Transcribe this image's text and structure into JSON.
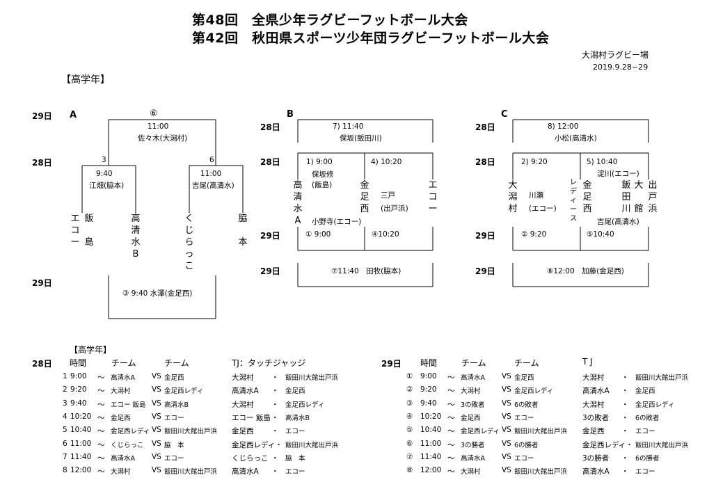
{
  "header": {
    "title1": "第48回　全県少年ラグビーフットボール大会",
    "title2": "第42回　秋田県スポーツ少年団ラグビーフットボール大会",
    "venue": "大潟村ラグビー場",
    "dates": "2019.9.28−29",
    "section": "【高学年】"
  },
  "bracketA": {
    "label": "A",
    "day29": "29日",
    "day28": "28日",
    "day29b": "29日",
    "final_no": "⑥",
    "final_time": "11:00",
    "final_ref": "佐々木(大潟村)",
    "left_no": "3",
    "left_time": "9:40",
    "left_ref": "江畑(脇本)",
    "right_no": "6",
    "right_time": "11:00",
    "right_ref": "吉尾(高清水)",
    "teams": [
      [
        "エ",
        "コ",
        "ー"
      ],
      [
        "飯",
        "",
        "島"
      ],
      [
        "高",
        "清",
        "水",
        "B"
      ],
      [
        "く",
        "じ",
        "ら",
        "っ",
        "こ"
      ],
      [
        "脇",
        "",
        "本"
      ]
    ],
    "consolation": "③ 9:40 水澤(金足西)"
  },
  "bracketB": {
    "label": "B",
    "day28a": "28日",
    "day28b": "28日",
    "day29a": "29日",
    "day29b": "29日",
    "top_match": "7) 11:40",
    "top_ref": "保坂(飯田川)",
    "m1": "1)  9:00",
    "m1_ref1": "保坂修",
    "m1_ref2": "(飯島)",
    "m4": "4) 10:20",
    "m4_ref1": "三戸",
    "m4_ref2": "(出戸浜)",
    "team_left": [
      "高",
      "清",
      "水",
      "A"
    ],
    "team_mid": [
      "金",
      "足",
      "西"
    ],
    "team_right": [
      "エ",
      "コ",
      "ー"
    ],
    "ref_bottom": "小野寺(エコー)",
    "c1": "① 9:00",
    "c4": "④10:20",
    "c7": "⑦11:40　田牧(脇本)"
  },
  "bracketC": {
    "label": "C",
    "day28a": "28日",
    "day28b": "28日",
    "day29a": "29日",
    "day29b": "29日",
    "top_match": "8) 12:00",
    "top_ref": "小松(高清水)",
    "m2": "2)  9:20",
    "m2_ref1": "川瀬",
    "m2_ref2": "(エコー)",
    "m5": "5) 10:40",
    "m5_ref": "淀川(エコー)",
    "team_a": [
      "大",
      "潟",
      "村"
    ],
    "team_b": [
      "レ",
      "デ",
      "ィ",
      "ー",
      "ス"
    ],
    "team_c": [
      "金",
      "足",
      "西"
    ],
    "team_d": [
      "飯",
      "田",
      "川"
    ],
    "team_e": [
      "大",
      "",
      "館"
    ],
    "team_f": [
      "出",
      "戸",
      "浜"
    ],
    "ref_bottom": "吉尾(高清水)",
    "c2": "② 9:20",
    "c5": "⑤10:40",
    "c8": "⑧12:00　加藤(金足西)"
  },
  "schedule": {
    "section": "【高学年】",
    "day28": {
      "day": "28日",
      "headers": [
        "時間",
        "チーム",
        "チーム",
        "TJ：タッチジャッジ"
      ],
      "rows": [
        {
          "no": "1",
          "time": "9:00",
          "sep": "〜",
          "t1": "高清水A",
          "vs": "VS",
          "t2": "金足西",
          "j1": "大潟村",
          "dot": "・",
          "j2": "飯田川大館出戸浜"
        },
        {
          "no": "2",
          "time": "9:20",
          "sep": "〜",
          "t1": "大潟村",
          "vs": "VS",
          "t2": "金足西レディ",
          "j1": "高清水A",
          "dot": "・",
          "j2": "金足西"
        },
        {
          "no": "3",
          "time": "9:40",
          "sep": "〜",
          "t1": "エコー 飯島",
          "vs": "VS",
          "t2": "高清水B",
          "j1": "大潟村",
          "dot": "・",
          "j2": "金足西レディ"
        },
        {
          "no": "4",
          "time": "10:20",
          "sep": "〜",
          "t1": "金足西",
          "vs": "VS",
          "t2": "エコー",
          "j1": "エコー 飯島",
          "dot": "・",
          "j2": "高清水B"
        },
        {
          "no": "5",
          "time": "10:40",
          "sep": "〜",
          "t1": "金足西レディ",
          "vs": "VS",
          "t2": "飯田川大館出戸浜",
          "j1": "金足西",
          "dot": "・",
          "j2": "エコー"
        },
        {
          "no": "6",
          "time": "11:00",
          "sep": "〜",
          "t1": "くじらっこ",
          "vs": "VS",
          "t2": "脇　本",
          "j1": "金足西レディ・",
          "dot": "",
          "j2": "飯田川大館出戸浜"
        },
        {
          "no": "7",
          "time": "11:40",
          "sep": "〜",
          "t1": "高清水A",
          "vs": "VS",
          "t2": "エコー",
          "j1": "くじらっこ",
          "dot": "・",
          "j2": "脇　本"
        },
        {
          "no": "8",
          "time": "12:00",
          "sep": "〜",
          "t1": "大潟村",
          "vs": "VS",
          "t2": "飯田川大館出戸浜",
          "j1": "高清水A",
          "dot": "・",
          "j2": "エコー"
        }
      ]
    },
    "day29": {
      "day": "29日",
      "headers": [
        "時間",
        "チーム",
        "チーム",
        "T J"
      ],
      "rows": [
        {
          "no": "①",
          "time": "9:00",
          "sep": "〜",
          "t1": "高清水A",
          "vs": "VS",
          "t2": "金足西",
          "j1": "大潟村",
          "dot": "・",
          "j2": "飯田川大館出戸浜"
        },
        {
          "no": "②",
          "time": "9:20",
          "sep": "〜",
          "t1": "大潟村",
          "vs": "VS",
          "t2": "金足西レディ",
          "j1": "高清水A",
          "dot": "・",
          "j2": "金足西"
        },
        {
          "no": "③",
          "time": "9:40",
          "sep": "〜",
          "t1": "3の敗者",
          "vs": "VS",
          "t2": "6の敗者",
          "j1": "大潟村",
          "dot": "・",
          "j2": "金足西レディ"
        },
        {
          "no": "④",
          "time": "10:20",
          "sep": "〜",
          "t1": "金足西",
          "vs": "VS",
          "t2": "エコー",
          "j1": "3の敗者",
          "dot": "・",
          "j2": "6の敗者"
        },
        {
          "no": "⑤",
          "time": "10:40",
          "sep": "〜",
          "t1": "金足西レディ",
          "vs": "VS",
          "t2": "飯田川大館出戸浜",
          "j1": "金足西",
          "dot": "・",
          "j2": "エコー"
        },
        {
          "no": "⑥",
          "time": "11:00",
          "sep": "〜",
          "t1": "3の勝者",
          "vs": "VS",
          "t2": "6の勝者",
          "j1": "金足西レディ・",
          "dot": "",
          "j2": "飯田川大館出戸浜"
        },
        {
          "no": "⑦",
          "time": "11:40",
          "sep": "〜",
          "t1": "高清水A",
          "vs": "VS",
          "t2": "エコー",
          "j1": "3の勝者",
          "dot": "・",
          "j2": "6の勝者"
        },
        {
          "no": "⑧",
          "time": "12:00",
          "sep": "〜",
          "t1": "大潟村",
          "vs": "VS",
          "t2": "飯田川大館出戸浜",
          "j1": "高清水A",
          "dot": "・",
          "j2": "エコー"
        }
      ]
    }
  }
}
